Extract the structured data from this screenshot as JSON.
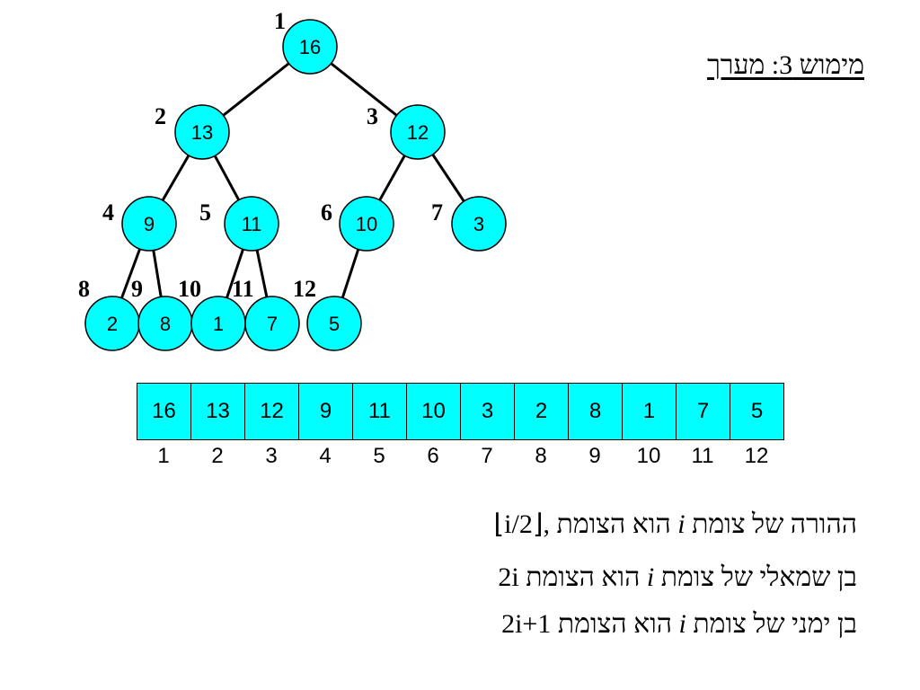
{
  "title": "מימוש 3: מערך",
  "tree": {
    "nodes": [
      {
        "index": "1",
        "value": "16"
      },
      {
        "index": "2",
        "value": "13"
      },
      {
        "index": "3",
        "value": "12"
      },
      {
        "index": "4",
        "value": "9"
      },
      {
        "index": "5",
        "value": "11"
      },
      {
        "index": "6",
        "value": "10"
      },
      {
        "index": "7",
        "value": "3"
      },
      {
        "index": "8",
        "value": "2"
      },
      {
        "index": "9",
        "value": "8"
      },
      {
        "index": "10",
        "value": "1"
      },
      {
        "index": "11",
        "value": "7"
      },
      {
        "index": "12",
        "value": "5"
      }
    ]
  },
  "array": {
    "values": [
      "16",
      "13",
      "12",
      "9",
      "11",
      "10",
      "3",
      "2",
      "8",
      "1",
      "7",
      "5"
    ],
    "indices": [
      "1",
      "2",
      "3",
      "4",
      "5",
      "6",
      "7",
      "8",
      "9",
      "10",
      "11",
      "12"
    ]
  },
  "formulas": {
    "parent_text": "ההורה של צומת",
    "parent_var": "i",
    "parent_mid": "הוא הצומת",
    "parent_expr": "⌊i/2⌋,",
    "left_text": "בן שמאלי של צומת",
    "left_var": "i",
    "left_mid": "הוא הצומת",
    "left_expr": "2i",
    "right_text": "בן ימני של צומת",
    "right_var": "i",
    "right_mid": "הוא הצומת",
    "right_expr": "2i+1"
  },
  "colors": {
    "node_fill": "#00ffff",
    "stroke": "#000000"
  }
}
